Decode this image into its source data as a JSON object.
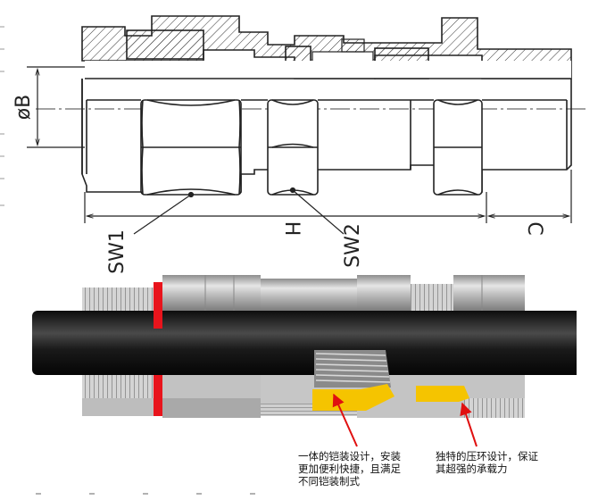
{
  "drawing": {
    "label_diameter": "øB",
    "label_length": "H",
    "label_wrench_1": "SW1",
    "label_wrench_2": "SW2",
    "label_cap": "C"
  },
  "callouts": {
    "left": {
      "line1": "一体的铠装设计，安装",
      "line2": "更加便利快捷，且满足",
      "line3": "不同铠装制式"
    },
    "right": {
      "line1": "独特的压环设计，保证",
      "line2": "其超强的承载力"
    }
  },
  "colors": {
    "hatch": "#333333",
    "seal_red": "#e8141c",
    "cone_yellow": "#f5c400",
    "arrow_red": "#e01010",
    "cable": "#1a1a1a",
    "metal": "#c9c9c9"
  }
}
